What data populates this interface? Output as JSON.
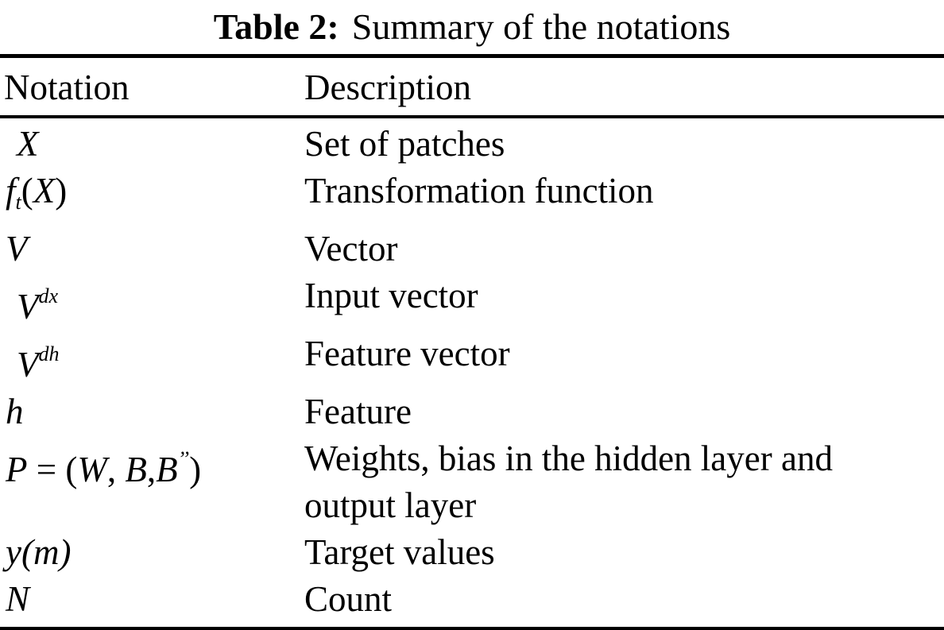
{
  "page": {
    "background_color": "#ffffff",
    "text_color": "#000000"
  },
  "caption": {
    "label": "Table 2:",
    "title": "Summary of the notations"
  },
  "table": {
    "header": {
      "notation": "Notation",
      "description": "Description"
    },
    "rows": [
      {
        "indent": true,
        "notation_plain": "X",
        "notation": [
          {
            "t": "X",
            "s": "i"
          }
        ],
        "description": [
          "Set of patches"
        ]
      },
      {
        "indent": false,
        "notation_plain": "f_t(X)",
        "notation": [
          {
            "t": "f",
            "s": "i"
          },
          {
            "t": "t",
            "s": "sub"
          },
          {
            "t": "(",
            "s": "r"
          },
          {
            "t": "X",
            "s": "i"
          },
          {
            "t": ")",
            "s": "r"
          }
        ],
        "description": [
          "Transformation function"
        ]
      },
      {
        "indent": false,
        "notation_plain": "V",
        "notation": [
          {
            "t": "V",
            "s": "i"
          }
        ],
        "description": [
          "Vector"
        ]
      },
      {
        "indent": true,
        "notation_plain": "V^dx",
        "notation": [
          {
            "t": "V",
            "s": "i"
          },
          {
            "t": "dx",
            "s": "sup"
          }
        ],
        "description": [
          "Input vector"
        ]
      },
      {
        "indent": true,
        "notation_plain": "V^dh",
        "notation": [
          {
            "t": "V",
            "s": "i"
          },
          {
            "t": "dh",
            "s": "sup"
          }
        ],
        "description": [
          "Feature vector"
        ]
      },
      {
        "indent": false,
        "notation_plain": "h",
        "notation": [
          {
            "t": "h",
            "s": "i"
          }
        ],
        "description": [
          "Feature"
        ]
      },
      {
        "indent": false,
        "notation_plain": "P = (W, B,B'')",
        "notation": [
          {
            "t": "P",
            "s": "i"
          },
          {
            "t": " = (",
            "s": "r"
          },
          {
            "t": "W",
            "s": "i"
          },
          {
            "t": ", ",
            "s": "r"
          },
          {
            "t": "B",
            "s": "i"
          },
          {
            "t": ",",
            "s": "r"
          },
          {
            "t": "B",
            "s": "i"
          },
          {
            "t": "’’",
            "s": "sup"
          },
          {
            "t": ")",
            "s": "r"
          }
        ],
        "description": [
          "Weights, bias in the hidden layer and",
          "output layer"
        ]
      },
      {
        "indent": false,
        "notation_plain": "y(m)",
        "notation": [
          {
            "t": "y(m)",
            "s": "i"
          }
        ],
        "description": [
          "Target values"
        ]
      },
      {
        "indent": false,
        "notation_plain": "N",
        "notation": [
          {
            "t": "N",
            "s": "i"
          }
        ],
        "description": [
          "Count"
        ]
      }
    ]
  }
}
